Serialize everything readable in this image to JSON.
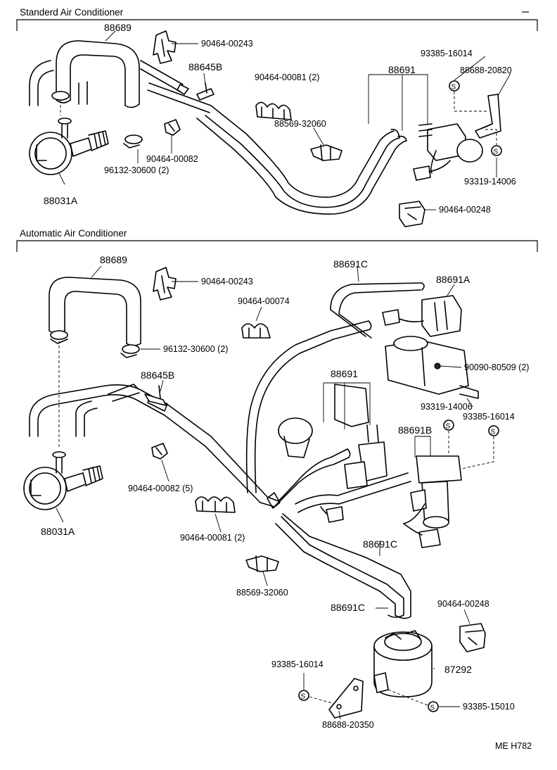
{
  "sections": {
    "standard": {
      "title": "Standerd Air Conditioner",
      "labels": {
        "p88689": "88689",
        "p90464_00243": "90464-00243",
        "p88645B": "88645B",
        "p90464_00081": "90464-00081 (2)",
        "p88691": "88691",
        "p93385_16014": "93385-16014",
        "p88688_20820": "88688-20820",
        "p88569_32060": "88569-32060",
        "p90464_00082": "90464-00082",
        "p96132_30600": "96132-30600 (2)",
        "p93319_14006": "93319-14006",
        "p88031A": "88031A",
        "p90464_00248": "90464-00248"
      }
    },
    "automatic": {
      "title": "Automatic Air Conditioner",
      "labels": {
        "p88689": "88689",
        "p90464_00243": "90464-00243",
        "p88691C_top": "88691C",
        "p88691A": "88691A",
        "p90464_00074": "90464-00074",
        "p96132_30600": "96132-30600 (2)",
        "p90090_80509": "90090-80509 (2)",
        "p88645B": "88645B",
        "p88691": "88691",
        "p93319_14006": "93319-14006",
        "p93385_16014_right": "93385-16014",
        "p88691B": "88691B",
        "p90464_00082": "90464-00082 (5)",
        "p88031A": "88031A",
        "p90464_00081": "90464-00081 (2)",
        "p88691C_mid": "88691C",
        "p88569_32060": "88569-32060",
        "p88691C_low": "88691C",
        "p90464_00248": "90464-00248",
        "p93385_16014_left": "93385-16014",
        "p87292": "87292",
        "p93385_15010": "93385-15010",
        "p88688_20350": "88688-20350"
      }
    }
  },
  "footer": {
    "code": "ME H782"
  },
  "symbols": {
    "screw_marker": "S"
  }
}
